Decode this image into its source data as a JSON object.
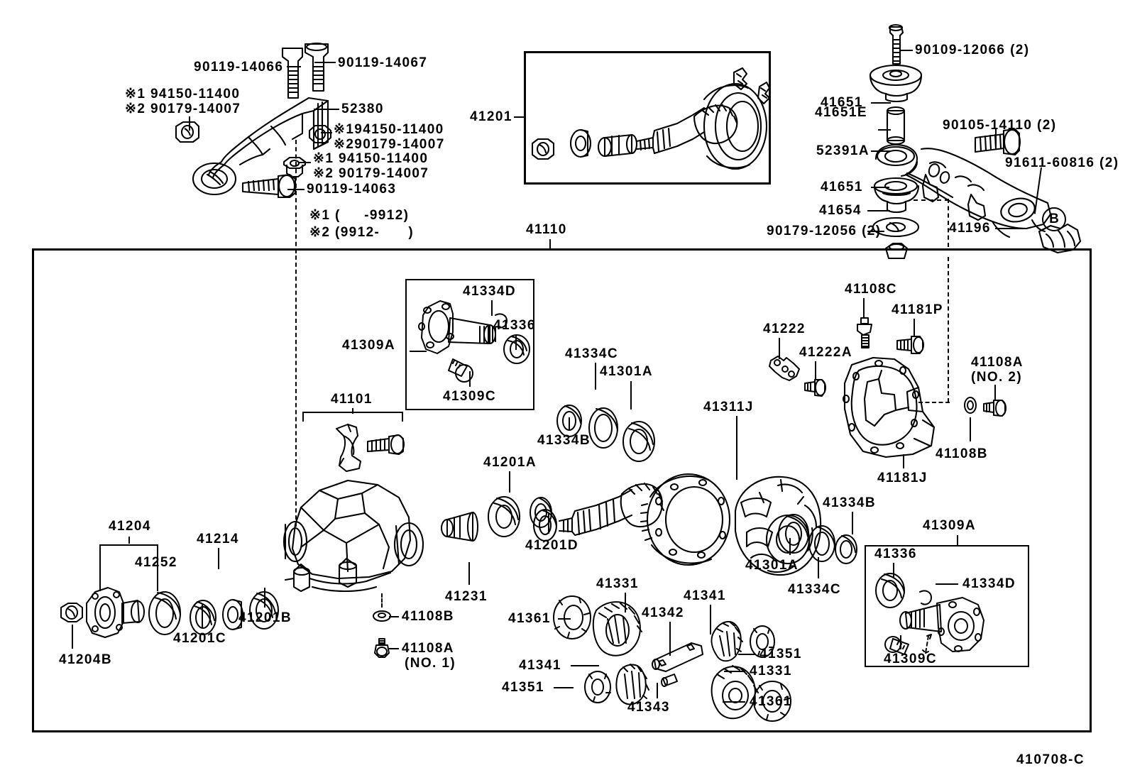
{
  "diagram": {
    "drawing_number": "410708-C",
    "footnote_marker_1": "※1",
    "footnote_marker_2": "※2",
    "footnote_1": "※1 (     -9912)",
    "footnote_2": "※2 (9912-      )",
    "callout_b": "B"
  },
  "top_left_group": {
    "bolt_upper_left": "90119-14066",
    "bolt_upper_right": "90119-14067",
    "nut_left_line1": "※1 94150-11400",
    "nut_left_line2": "※2 90179-14007",
    "support": "52380",
    "nut_right_line1": "※194150-11400",
    "nut_right_line2": "※290179-14007",
    "nut_mid_line1": "※1 94150-11400",
    "nut_mid_line2": "※2 90179-14007",
    "bolt_lower": "90119-14063"
  },
  "top_center_box": {
    "label": "41201"
  },
  "top_right_group": {
    "bolt_top": "90109-12066 (2)",
    "cushion_upper": "41651",
    "collar": "41651E",
    "crossmember": "52391A",
    "bolt_right": "90105-14110 (2)",
    "clip": "91611-60816 (2)",
    "cushion_lower": "41651",
    "retainer": "41654",
    "nut_bottom": "90179-12056 (2)",
    "stopper": "41196"
  },
  "main_box": {
    "label": "41110"
  },
  "subbox_top_left": {
    "outer_label": "41309A",
    "snap_ring": "41334D",
    "oil_seal": "41336",
    "bolt": "41309C"
  },
  "subbox_bottom_right": {
    "outer_label": "41309A",
    "oil_seal": "41336",
    "snap_ring": "41334D",
    "bolt": "41309C"
  },
  "carrier_group": {
    "bearing_cap": "41101",
    "flange_group": "41204",
    "oil_seal_flange": "41252",
    "washer": "41214",
    "nut": "41204B",
    "bearing_inner": "41201C",
    "bearing_outer": "41201B",
    "spacer": "41231",
    "bearing_41201A": "41201A",
    "washer_41201D": "41201D",
    "plug_41108B": "41108B",
    "plug_41108A_line1": "41108A",
    "plug_41108A_line2": "(NO. 1)"
  },
  "ring_pinion_group": {
    "shim_41334C": "41334C",
    "bearing_41301A": "41301A",
    "shim_41334B": "41334B",
    "ring_gear": "41311J",
    "bearing_41301A_r": "41301A",
    "shim_41334C_r": "41334C",
    "shim_41334B_r": "41334B"
  },
  "cover_group": {
    "breather_41108C": "41108C",
    "bolt_41181P": "41181P",
    "plate_41222": "41222",
    "bolt_41222A": "41222A",
    "cover_41181J": "41181J",
    "washer_41108B": "41108B",
    "plug_41108A_line1": "41108A",
    "plug_41108A_line2": "(NO. 2)"
  },
  "differential_gears": {
    "washer_left_41361": "41361",
    "side_gear_41331": "41331",
    "shaft_41342": "41342",
    "pinion_41341_upper": "41341",
    "washer_41351_upper": "41351",
    "pinion_41341_lower": "41341",
    "washer_41351_lower": "41351",
    "pin_41343": "41343",
    "side_gear_41331_right": "41331",
    "washer_41361_right": "41361"
  },
  "colors": {
    "ink": "#000000",
    "paper": "#ffffff"
  }
}
